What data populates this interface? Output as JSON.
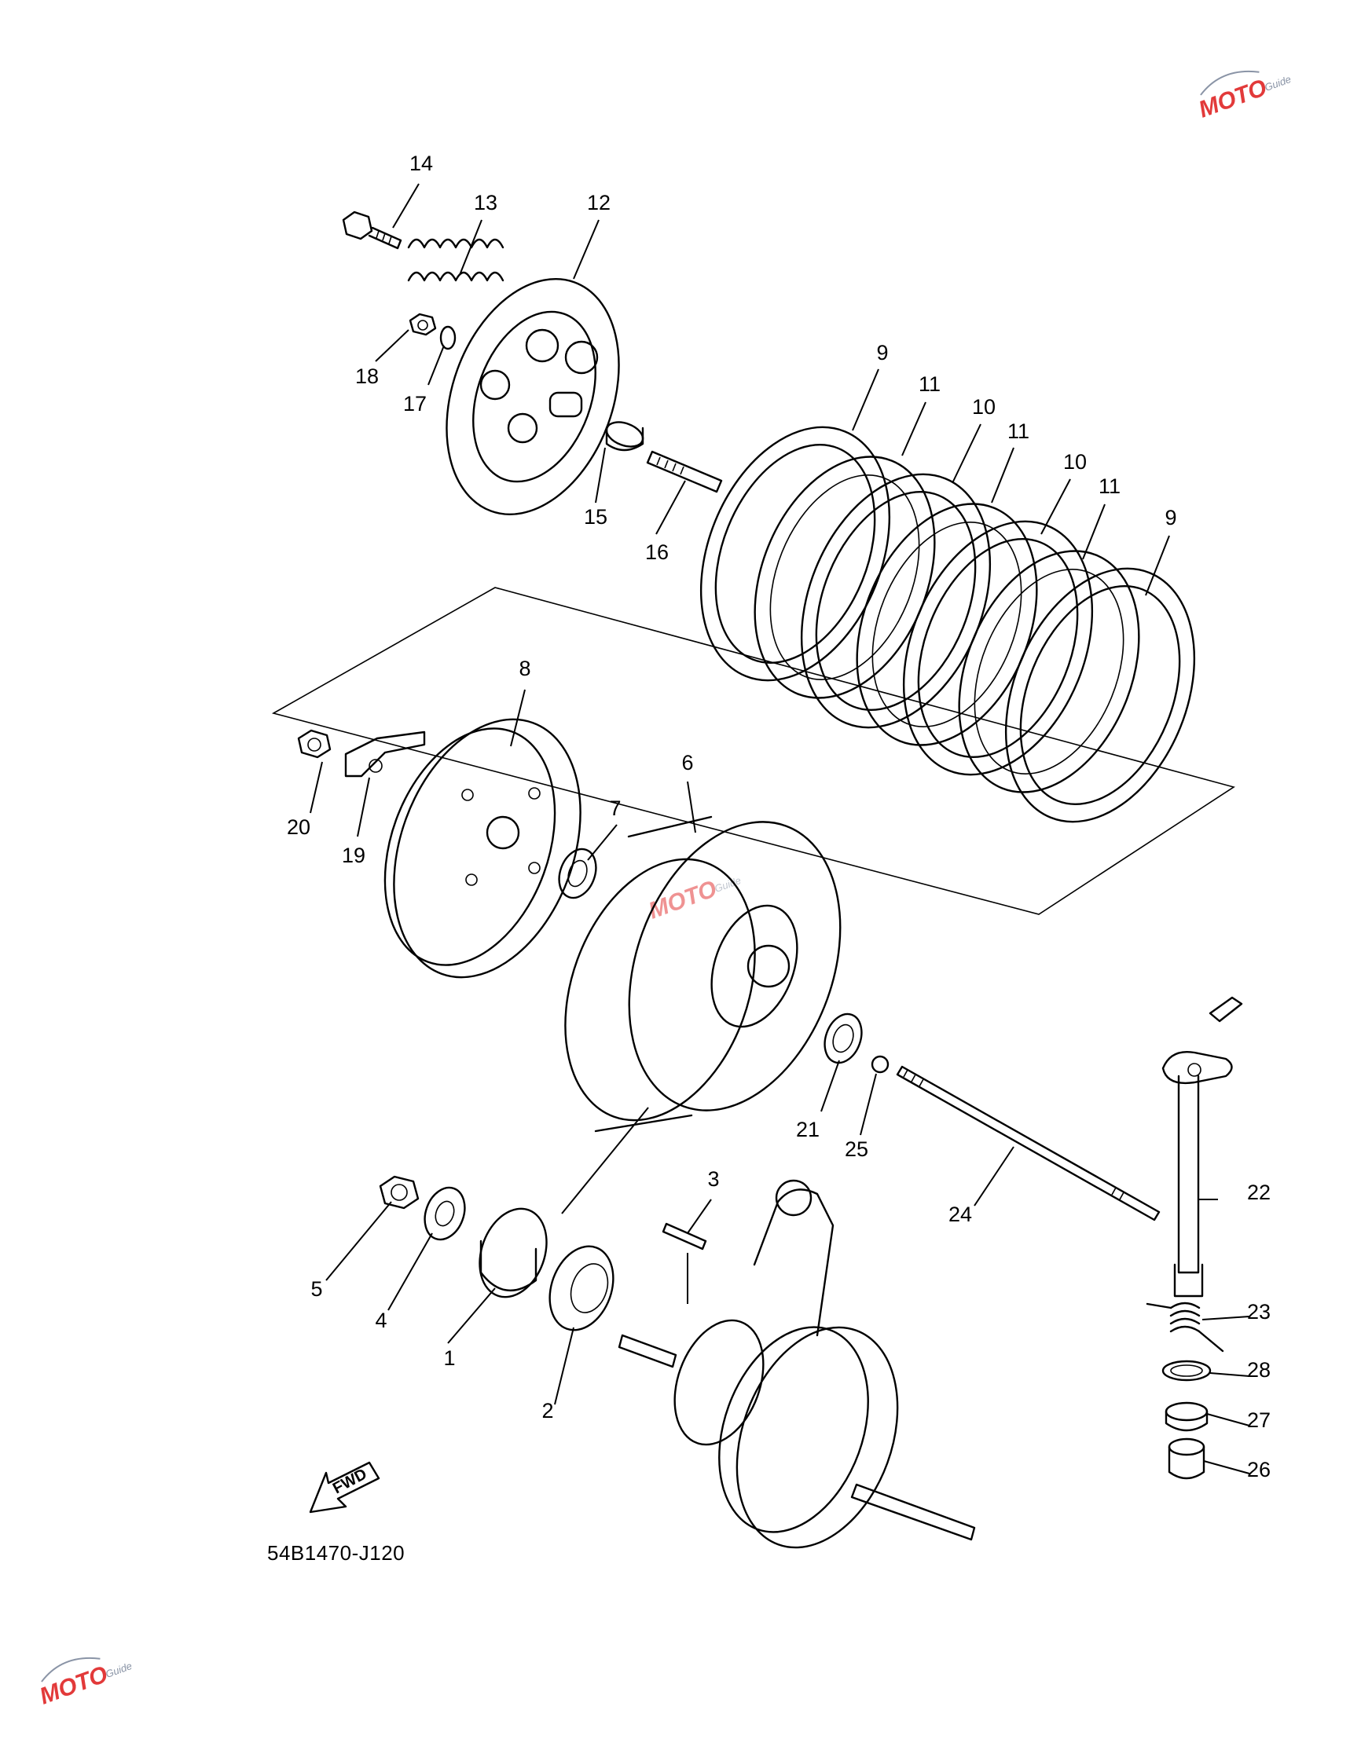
{
  "diagram": {
    "diagram_code": "54B1470-J120",
    "direction_label": "FWD",
    "watermark": {
      "moto": "MOTO",
      "guide": "Guide"
    },
    "callouts": [
      {
        "id": "c1",
        "label": "1"
      },
      {
        "id": "c2",
        "label": "2"
      },
      {
        "id": "c3",
        "label": "3"
      },
      {
        "id": "c4",
        "label": "4"
      },
      {
        "id": "c5",
        "label": "5"
      },
      {
        "id": "c6",
        "label": "6"
      },
      {
        "id": "c7",
        "label": "7"
      },
      {
        "id": "c8",
        "label": "8"
      },
      {
        "id": "c9a",
        "label": "9"
      },
      {
        "id": "c9b",
        "label": "9"
      },
      {
        "id": "c10a",
        "label": "10"
      },
      {
        "id": "c10b",
        "label": "10"
      },
      {
        "id": "c11a",
        "label": "11"
      },
      {
        "id": "c11b",
        "label": "11"
      },
      {
        "id": "c11c",
        "label": "11"
      },
      {
        "id": "c12",
        "label": "12"
      },
      {
        "id": "c13",
        "label": "13"
      },
      {
        "id": "c14",
        "label": "14"
      },
      {
        "id": "c15",
        "label": "15"
      },
      {
        "id": "c16",
        "label": "16"
      },
      {
        "id": "c17",
        "label": "17"
      },
      {
        "id": "c18",
        "label": "18"
      },
      {
        "id": "c19",
        "label": "19"
      },
      {
        "id": "c20",
        "label": "20"
      },
      {
        "id": "c21",
        "label": "21"
      },
      {
        "id": "c22",
        "label": "22"
      },
      {
        "id": "c23",
        "label": "23"
      },
      {
        "id": "c24",
        "label": "24"
      },
      {
        "id": "c25",
        "label": "25"
      },
      {
        "id": "c26",
        "label": "26"
      },
      {
        "id": "c27",
        "label": "27"
      },
      {
        "id": "c28",
        "label": "28"
      }
    ]
  }
}
